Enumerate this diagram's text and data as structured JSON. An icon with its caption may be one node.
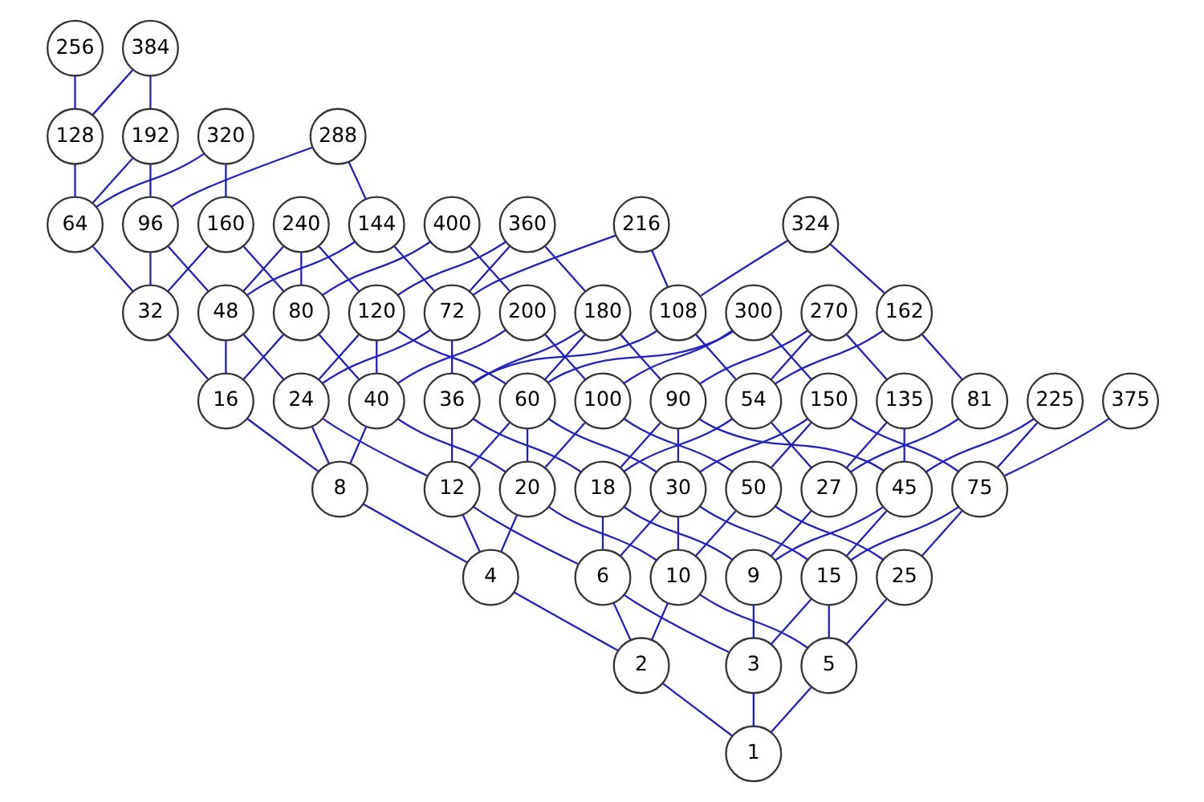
{
  "diagram": {
    "nodes": [
      {
        "text": [
          "1"
        ]
      },
      {
        "text": [
          "2"
        ]
      },
      {
        "text": [
          "3"
        ]
      },
      {
        "text": [
          "4"
        ]
      },
      {
        "text": [
          "5"
        ]
      },
      {
        "text": [
          "6"
        ]
      },
      {
        "text": [
          "8"
        ]
      },
      {
        "text": [
          "9"
        ]
      },
      {
        "text": [
          "10"
        ]
      },
      {
        "text": [
          "12"
        ]
      },
      {
        "text": [
          "15"
        ]
      },
      {
        "text": [
          "16"
        ]
      },
      {
        "text": [
          "18"
        ]
      },
      {
        "text": [
          "20"
        ]
      },
      {
        "text": [
          "24"
        ]
      },
      {
        "text": [
          "25"
        ]
      },
      {
        "text": [
          "27"
        ]
      },
      {
        "text": [
          "30"
        ]
      },
      {
        "text": [
          "32"
        ]
      },
      {
        "text": [
          "36"
        ]
      },
      {
        "text": [
          "40"
        ]
      },
      {
        "text": [
          "45"
        ]
      },
      {
        "text": [
          "48"
        ]
      },
      {
        "text": [
          "50"
        ]
      },
      {
        "text": [
          "54"
        ]
      },
      {
        "text": [
          "60"
        ]
      },
      {
        "text": [
          "64"
        ]
      },
      {
        "text": [
          "72"
        ]
      },
      {
        "text": [
          "75"
        ]
      },
      {
        "text": [
          "80"
        ]
      },
      {
        "text": [
          "81"
        ]
      },
      {
        "text": [
          "90"
        ]
      },
      {
        "text": [
          "96"
        ]
      },
      {
        "text": [
          "100"
        ]
      },
      {
        "text": [
          "108"
        ]
      },
      {
        "text": [
          "120"
        ]
      },
      {
        "text": [
          "128"
        ]
      },
      {
        "text": [
          "135"
        ]
      },
      {
        "text": [
          "144"
        ]
      },
      {
        "text": [
          "150"
        ]
      },
      {
        "text": [
          "160"
        ]
      },
      {
        "text": [
          "162"
        ]
      },
      {
        "text": [
          "180"
        ]
      },
      {
        "text": [
          "192"
        ]
      },
      {
        "text": [
          "200"
        ]
      },
      {
        "text": [
          "216"
        ]
      },
      {
        "text": [
          "225"
        ]
      },
      {
        "text": [
          "240"
        ]
      },
      {
        "text": [
          "256"
        ]
      },
      {
        "text": [
          "270"
        ]
      },
      {
        "text": [
          "288"
        ]
      },
      {
        "text": [
          "300"
        ]
      },
      {
        "text": [
          "320"
        ]
      },
      {
        "text": [
          "324"
        ]
      },
      {
        "text": [
          "360"
        ]
      },
      {
        "text": [
          "375"
        ]
      },
      {
        "text": [
          "384"
        ]
      },
      {
        "text": [
          "400"
        ]
      }
    ],
    "edges": [
      {
        "from": 0,
        "to": 1,
        "arrow": "none"
      },
      {
        "from": 0,
        "to": 2,
        "arrow": "none"
      },
      {
        "from": 0,
        "to": 4,
        "arrow": "none"
      },
      {
        "from": 1,
        "to": 3,
        "arrow": "none"
      },
      {
        "from": 1,
        "to": 5,
        "arrow": "none"
      },
      {
        "from": 1,
        "to": 8,
        "arrow": "none"
      },
      {
        "from": 2,
        "to": 5,
        "arrow": "none"
      },
      {
        "from": 2,
        "to": 7,
        "arrow": "none"
      },
      {
        "from": 2,
        "to": 10,
        "arrow": "none"
      },
      {
        "from": 3,
        "to": 6,
        "arrow": "none"
      },
      {
        "from": 3,
        "to": 9,
        "arrow": "none"
      },
      {
        "from": 3,
        "to": 13,
        "arrow": "none"
      },
      {
        "from": 4,
        "to": 8,
        "arrow": "none"
      },
      {
        "from": 4,
        "to": 10,
        "arrow": "none"
      },
      {
        "from": 4,
        "to": 15,
        "arrow": "none"
      },
      {
        "from": 5,
        "to": 9,
        "arrow": "none"
      },
      {
        "from": 5,
        "to": 12,
        "arrow": "none"
      },
      {
        "from": 5,
        "to": 17,
        "arrow": "none"
      },
      {
        "from": 6,
        "to": 11,
        "arrow": "none"
      },
      {
        "from": 6,
        "to": 14,
        "arrow": "none"
      },
      {
        "from": 6,
        "to": 20,
        "arrow": "none"
      },
      {
        "from": 7,
        "to": 12,
        "arrow": "none"
      },
      {
        "from": 7,
        "to": 16,
        "arrow": "none"
      },
      {
        "from": 7,
        "to": 21,
        "arrow": "none"
      },
      {
        "from": 8,
        "to": 13,
        "arrow": "none"
      },
      {
        "from": 8,
        "to": 17,
        "arrow": "none"
      },
      {
        "from": 8,
        "to": 23,
        "arrow": "none"
      },
      {
        "from": 9,
        "to": 14,
        "arrow": "none"
      },
      {
        "from": 9,
        "to": 19,
        "arrow": "none"
      },
      {
        "from": 9,
        "to": 25,
        "arrow": "none"
      },
      {
        "from": 10,
        "to": 17,
        "arrow": "none"
      },
      {
        "from": 10,
        "to": 21,
        "arrow": "none"
      },
      {
        "from": 10,
        "to": 28,
        "arrow": "none"
      },
      {
        "from": 11,
        "to": 18,
        "arrow": "none"
      },
      {
        "from": 11,
        "to": 22,
        "arrow": "none"
      },
      {
        "from": 11,
        "to": 29,
        "arrow": "none"
      },
      {
        "from": 12,
        "to": 19,
        "arrow": "none"
      },
      {
        "from": 12,
        "to": 24,
        "arrow": "none"
      },
      {
        "from": 12,
        "to": 31,
        "arrow": "none"
      },
      {
        "from": 13,
        "to": 20,
        "arrow": "none"
      },
      {
        "from": 13,
        "to": 25,
        "arrow": "none"
      },
      {
        "from": 13,
        "to": 33,
        "arrow": "none"
      },
      {
        "from": 14,
        "to": 22,
        "arrow": "none"
      },
      {
        "from": 14,
        "to": 27,
        "arrow": "none"
      },
      {
        "from": 14,
        "to": 35,
        "arrow": "none"
      },
      {
        "from": 15,
        "to": 23,
        "arrow": "none"
      },
      {
        "from": 15,
        "to": 28,
        "arrow": "none"
      },
      {
        "from": 16,
        "to": 24,
        "arrow": "none"
      },
      {
        "from": 16,
        "to": 30,
        "arrow": "none"
      },
      {
        "from": 16,
        "to": 37,
        "arrow": "none"
      },
      {
        "from": 17,
        "to": 25,
        "arrow": "none"
      },
      {
        "from": 17,
        "to": 31,
        "arrow": "none"
      },
      {
        "from": 17,
        "to": 39,
        "arrow": "none"
      },
      {
        "from": 18,
        "to": 26,
        "arrow": "none"
      },
      {
        "from": 18,
        "to": 32,
        "arrow": "none"
      },
      {
        "from": 18,
        "to": 40,
        "arrow": "none"
      },
      {
        "from": 19,
        "to": 27,
        "arrow": "none"
      },
      {
        "from": 19,
        "to": 34,
        "arrow": "none"
      },
      {
        "from": 19,
        "to": 42,
        "arrow": "none"
      },
      {
        "from": 20,
        "to": 29,
        "arrow": "none"
      },
      {
        "from": 20,
        "to": 35,
        "arrow": "none"
      },
      {
        "from": 20,
        "to": 44,
        "arrow": "none"
      },
      {
        "from": 21,
        "to": 31,
        "arrow": "none"
      },
      {
        "from": 21,
        "to": 37,
        "arrow": "none"
      },
      {
        "from": 21,
        "to": 46,
        "arrow": "none"
      },
      {
        "from": 22,
        "to": 32,
        "arrow": "none"
      },
      {
        "from": 22,
        "to": 38,
        "arrow": "none"
      },
      {
        "from": 22,
        "to": 47,
        "arrow": "none"
      },
      {
        "from": 23,
        "to": 33,
        "arrow": "none"
      },
      {
        "from": 23,
        "to": 39,
        "arrow": "none"
      },
      {
        "from": 24,
        "to": 34,
        "arrow": "none"
      },
      {
        "from": 24,
        "to": 41,
        "arrow": "none"
      },
      {
        "from": 24,
        "to": 49,
        "arrow": "none"
      },
      {
        "from": 25,
        "to": 35,
        "arrow": "none"
      },
      {
        "from": 25,
        "to": 42,
        "arrow": "none"
      },
      {
        "from": 25,
        "to": 51,
        "arrow": "none"
      },
      {
        "from": 26,
        "to": 36,
        "arrow": "none"
      },
      {
        "from": 26,
        "to": 43,
        "arrow": "none"
      },
      {
        "from": 26,
        "to": 52,
        "arrow": "none"
      },
      {
        "from": 27,
        "to": 38,
        "arrow": "none"
      },
      {
        "from": 27,
        "to": 45,
        "arrow": "none"
      },
      {
        "from": 27,
        "to": 54,
        "arrow": "none"
      },
      {
        "from": 28,
        "to": 39,
        "arrow": "none"
      },
      {
        "from": 28,
        "to": 46,
        "arrow": "none"
      },
      {
        "from": 28,
        "to": 55,
        "arrow": "none"
      },
      {
        "from": 29,
        "to": 40,
        "arrow": "none"
      },
      {
        "from": 29,
        "to": 47,
        "arrow": "none"
      },
      {
        "from": 29,
        "to": 57,
        "arrow": "none"
      },
      {
        "from": 30,
        "to": 41,
        "arrow": "none"
      },
      {
        "from": 31,
        "to": 42,
        "arrow": "none"
      },
      {
        "from": 31,
        "to": 49,
        "arrow": "none"
      },
      {
        "from": 32,
        "to": 43,
        "arrow": "none"
      },
      {
        "from": 32,
        "to": 50,
        "arrow": "none"
      },
      {
        "from": 33,
        "to": 44,
        "arrow": "none"
      },
      {
        "from": 33,
        "to": 51,
        "arrow": "none"
      },
      {
        "from": 34,
        "to": 45,
        "arrow": "none"
      },
      {
        "from": 34,
        "to": 53,
        "arrow": "none"
      },
      {
        "from": 35,
        "to": 47,
        "arrow": "none"
      },
      {
        "from": 35,
        "to": 54,
        "arrow": "none"
      },
      {
        "from": 36,
        "to": 48,
        "arrow": "none"
      },
      {
        "from": 36,
        "to": 56,
        "arrow": "none"
      },
      {
        "from": 37,
        "to": 49,
        "arrow": "none"
      },
      {
        "from": 38,
        "to": 50,
        "arrow": "none"
      },
      {
        "from": 39,
        "to": 51,
        "arrow": "none"
      },
      {
        "from": 40,
        "to": 52,
        "arrow": "none"
      },
      {
        "from": 41,
        "to": 53,
        "arrow": "none"
      },
      {
        "from": 42,
        "to": 54,
        "arrow": "none"
      },
      {
        "from": 43,
        "to": 56,
        "arrow": "none"
      },
      {
        "from": 44,
        "to": 57,
        "arrow": "none"
      }
    ]
  }
}
